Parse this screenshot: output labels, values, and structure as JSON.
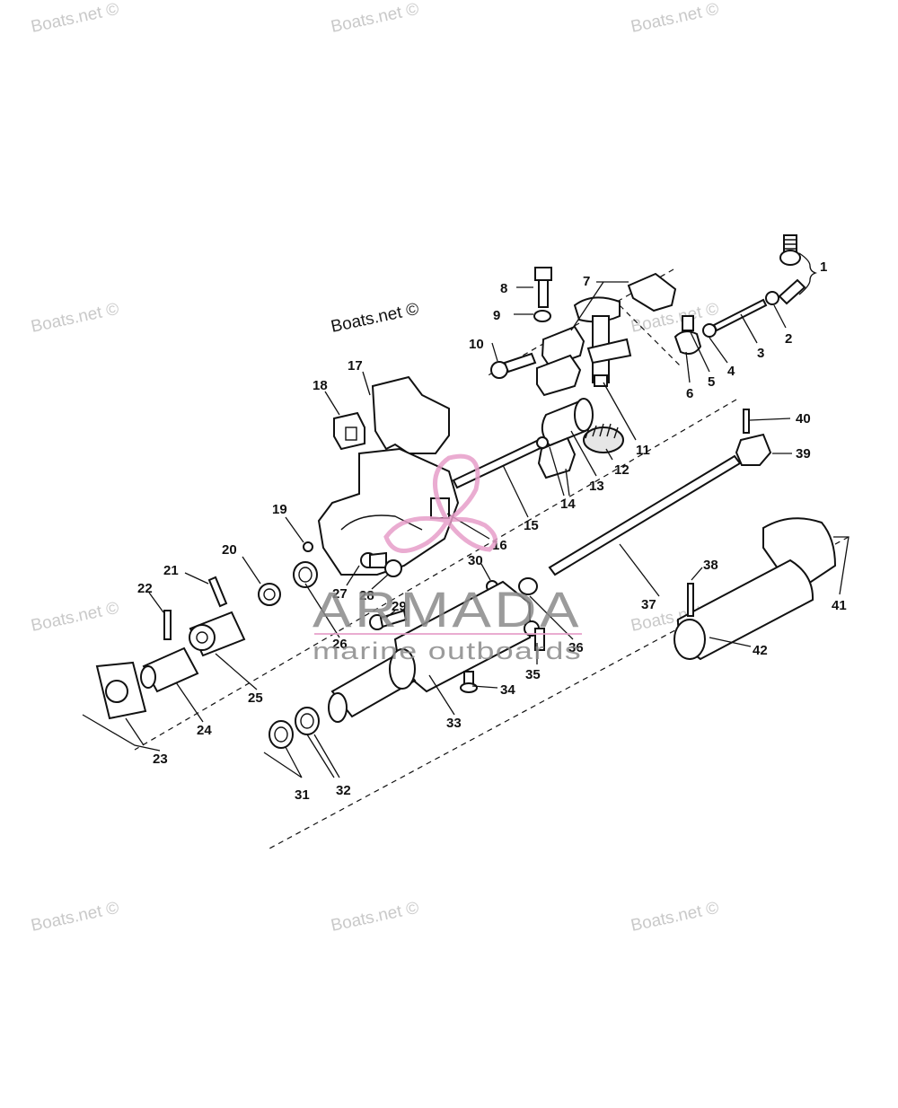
{
  "watermark": "Boats.net ©",
  "brand": {
    "name": "ARMADA",
    "tagline": "marine outboards",
    "accent_color": "#e79ec9",
    "text_color": "#8a8a8a"
  },
  "callouts": [
    "1",
    "2",
    "3",
    "4",
    "5",
    "6",
    "7",
    "8",
    "9",
    "10",
    "11",
    "12",
    "13",
    "14",
    "15",
    "16",
    "17",
    "18",
    "19",
    "20",
    "21",
    "22",
    "23",
    "24",
    "25",
    "26",
    "27",
    "28",
    "29",
    "30",
    "31",
    "32",
    "33",
    "34",
    "35",
    "36",
    "37",
    "38",
    "39",
    "40",
    "41",
    "42"
  ]
}
